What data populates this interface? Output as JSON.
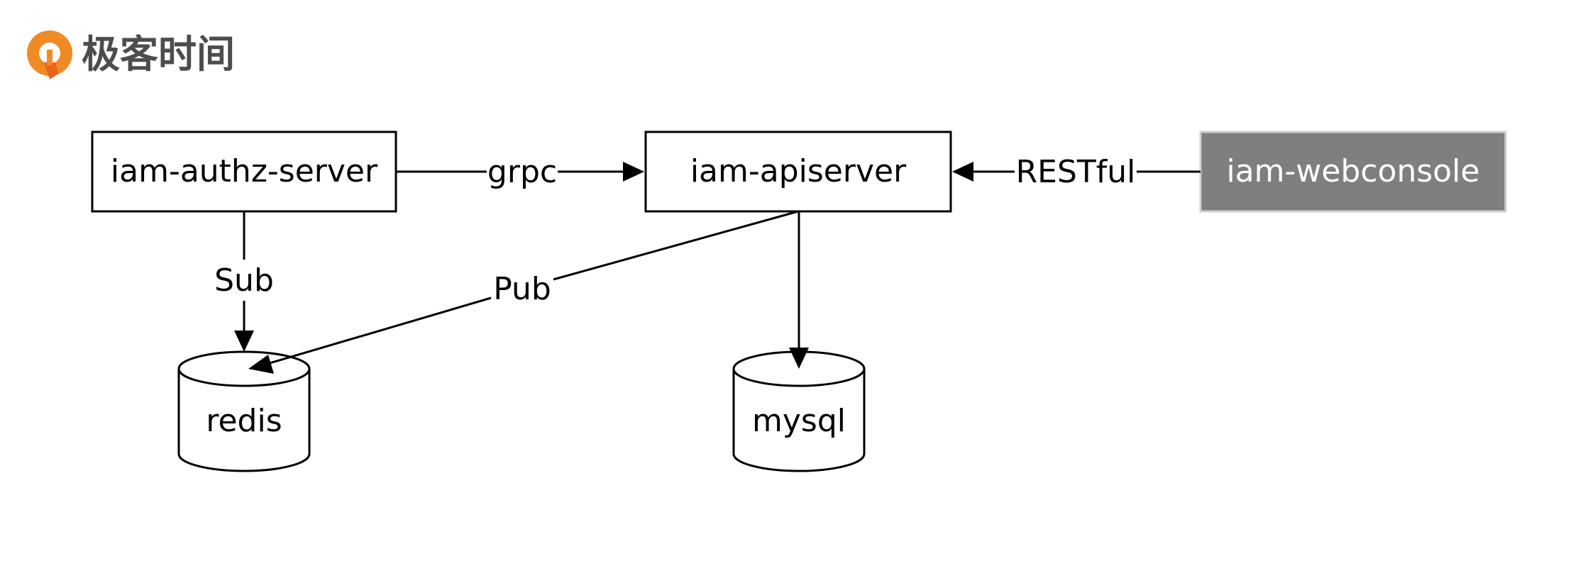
{
  "brand": {
    "name": "极客时间",
    "logo_icon": "geektime-logo-icon",
    "logo_color": "#f08a24"
  },
  "nodes": {
    "authz_server": {
      "label": "iam-authz-server"
    },
    "apiserver": {
      "label": "iam-apiserver"
    },
    "webconsole": {
      "label": "iam-webconsole",
      "fill": "#7f7f7f",
      "text_color": "#ffffff"
    },
    "redis": {
      "label": "redis"
    },
    "mysql": {
      "label": "mysql"
    }
  },
  "edges": {
    "grpc": {
      "label": "grpc"
    },
    "restful": {
      "label": "RESTful"
    },
    "sub": {
      "label": "Sub"
    },
    "pub": {
      "label": "Pub"
    }
  }
}
